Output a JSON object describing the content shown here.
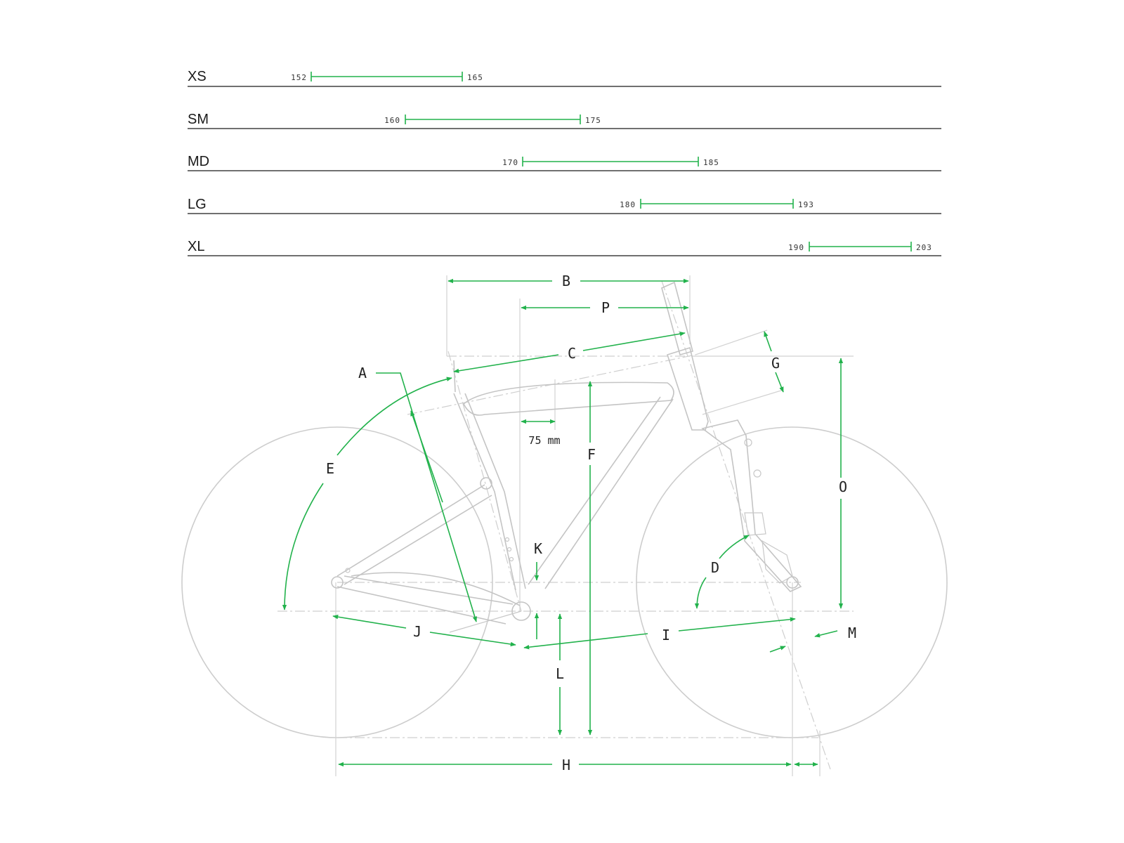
{
  "size_chart": {
    "rows": [
      {
        "size": "XS",
        "min": "152",
        "max": "165"
      },
      {
        "size": "SM",
        "min": "160",
        "max": "175"
      },
      {
        "size": "MD",
        "min": "170",
        "max": "185"
      },
      {
        "size": "LG",
        "min": "180",
        "max": "193"
      },
      {
        "size": "XL",
        "min": "190",
        "max": "203"
      }
    ],
    "range_color": "#22b24c"
  },
  "geometry_diagram": {
    "labels": {
      "A": "A",
      "B": "B",
      "C": "C",
      "D": "D",
      "E": "E",
      "F": "F",
      "G": "G",
      "H": "H",
      "I": "I",
      "J": "J",
      "K": "K",
      "L": "L",
      "M": "M",
      "O": "O",
      "P": "P"
    },
    "note_75mm": "75 mm",
    "dimension_color": "#22b24c",
    "frame_color": "#c4c4c4"
  }
}
